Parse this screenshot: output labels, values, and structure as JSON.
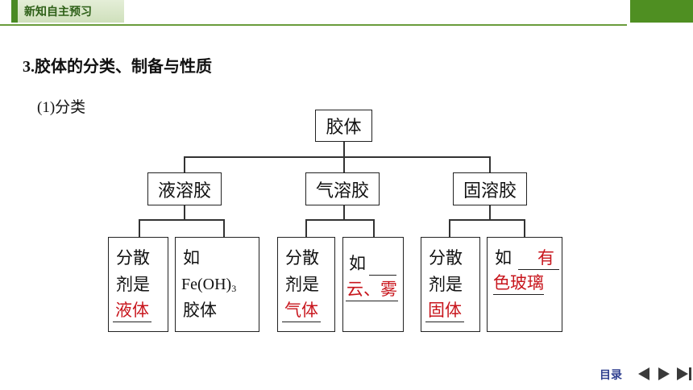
{
  "header": {
    "section": "新知自主预习"
  },
  "heading": {
    "number": "3.",
    "text": "胶体的分类、制备与性质"
  },
  "subheading": {
    "number": "(1)",
    "text": "分类"
  },
  "tree": {
    "root": "胶体",
    "branches": [
      {
        "label": "液溶胶",
        "medium_box": {
          "l1": "分散",
          "l2": "剂是",
          "answer": "液体"
        },
        "example_box": {
          "l1": "如",
          "l2_main": "Fe(OH)",
          "l2_sub": "3",
          "l3": "胶体"
        }
      },
      {
        "label": "气溶胶",
        "medium_box": {
          "l1": "分散",
          "l2": "剂是",
          "answer": "气体"
        },
        "example_box": {
          "l1": "如",
          "answer": "云、雾"
        }
      },
      {
        "label": "固溶胶",
        "medium_box": {
          "l1": "分散",
          "l2": "剂是",
          "answer": "固体"
        },
        "example_box": {
          "l1": "如",
          "answer_part1": "有",
          "answer_part2": "色玻璃"
        }
      }
    ]
  },
  "nav": {
    "toc": "目录"
  },
  "colors": {
    "accent_green": "#4f8f22",
    "answer_red": "#c8161d"
  }
}
